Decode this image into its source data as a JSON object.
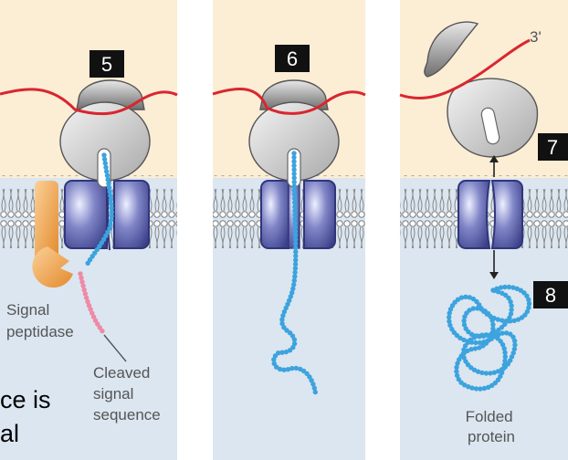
{
  "steps": {
    "s5": "5",
    "s6": "6",
    "s7": "7",
    "s8": "8"
  },
  "labels": {
    "signal_peptidase": [
      "Signal",
      "peptidase"
    ],
    "cleaved_signal_sequence": [
      "Cleaved",
      "signal",
      "sequence"
    ],
    "folded_protein": [
      "Folded",
      "protein"
    ],
    "mrna_end": "3'"
  },
  "clipped_text": [
    "ce is",
    "al"
  ],
  "colors": {
    "cytosol": "#fcedd5",
    "lumen": "#dbe6f0",
    "mrna": "#d8262f",
    "nascent_chain": "#3ca3de",
    "signal_sequence": "#ef8aa6",
    "translocon": "#5a5fa6",
    "peptidase": "#ee9a3b",
    "ribosome": "#d6d6d6",
    "badge": "#111111"
  }
}
